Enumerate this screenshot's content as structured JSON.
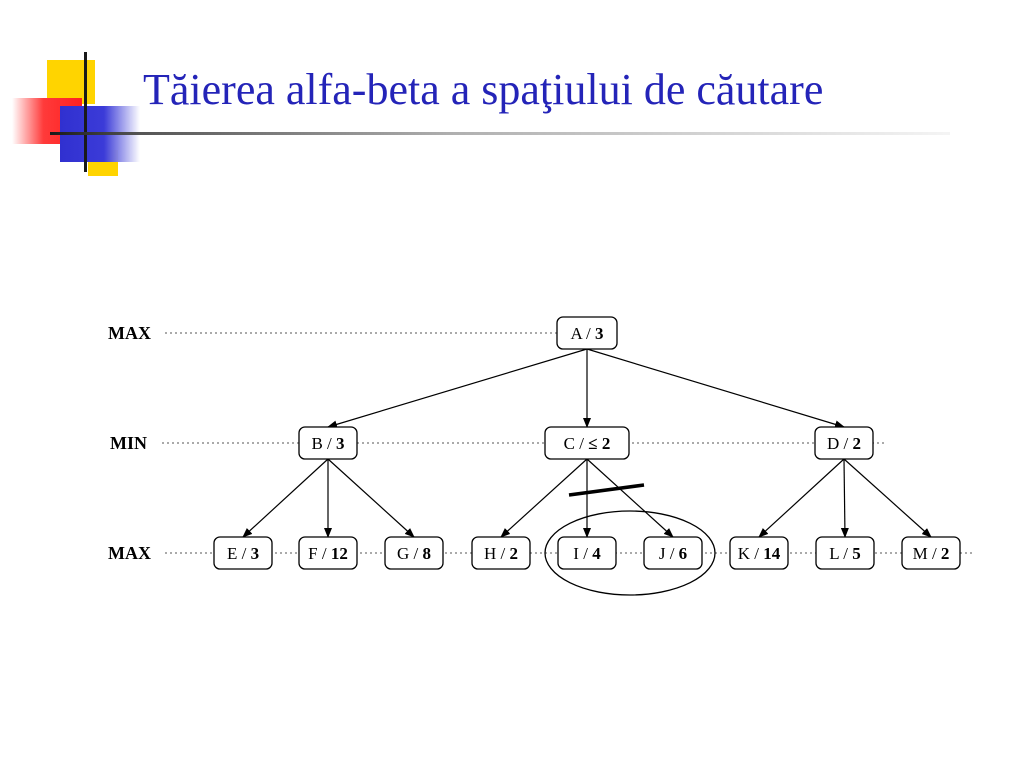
{
  "title": "Tăierea alfa-beta a spaţiului de căutare",
  "levels": [
    {
      "label": "MAX"
    },
    {
      "label": "MIN"
    },
    {
      "label": "MAX"
    }
  ],
  "nodes": [
    {
      "id": "A",
      "name": "A",
      "value": "3",
      "level": 0
    },
    {
      "id": "B",
      "name": "B",
      "value": "3",
      "level": 1
    },
    {
      "id": "C",
      "name": "C",
      "value": "≤ 2",
      "level": 1
    },
    {
      "id": "D",
      "name": "D",
      "value": "2",
      "level": 1
    },
    {
      "id": "E",
      "name": "E",
      "value": "3",
      "level": 2
    },
    {
      "id": "F",
      "name": "F",
      "value": "12",
      "level": 2
    },
    {
      "id": "G",
      "name": "G",
      "value": "8",
      "level": 2
    },
    {
      "id": "H",
      "name": "H",
      "value": "2",
      "level": 2
    },
    {
      "id": "I",
      "name": "I",
      "value": "4",
      "level": 2
    },
    {
      "id": "J",
      "name": "J",
      "value": "6",
      "level": 2
    },
    {
      "id": "K",
      "name": "K",
      "value": "14",
      "level": 2
    },
    {
      "id": "L",
      "name": "L",
      "value": "5",
      "level": 2
    },
    {
      "id": "M",
      "name": "M",
      "value": "2",
      "level": 2
    }
  ],
  "edges": [
    [
      "A",
      "B"
    ],
    [
      "A",
      "C"
    ],
    [
      "A",
      "D"
    ],
    [
      "B",
      "E"
    ],
    [
      "B",
      "F"
    ],
    [
      "B",
      "G"
    ],
    [
      "C",
      "H"
    ],
    [
      "C",
      "I"
    ],
    [
      "C",
      "J"
    ],
    [
      "D",
      "K"
    ],
    [
      "D",
      "L"
    ],
    [
      "D",
      "M"
    ]
  ],
  "pruned": [
    "I",
    "J"
  ],
  "colors": {
    "title": "#2424b8",
    "deco_yellow": "#ffd400",
    "deco_red": "#ff2020",
    "deco_blue": "#3030d0"
  }
}
